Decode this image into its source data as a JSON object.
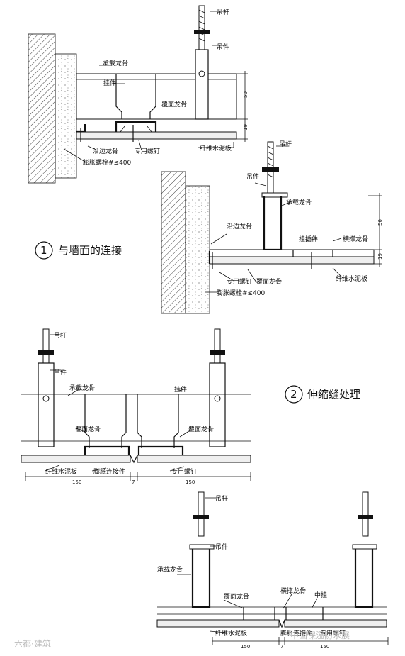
{
  "detail1": {
    "label_rod": "吊杆",
    "label_hanger": "吊件",
    "label_main_keel": "承载龙骨",
    "label_clip": "挂件",
    "label_cover_keel": "覆面龙骨",
    "label_edge_keel": "沿边龙骨",
    "label_screw": "专用螺钉",
    "label_board": "纤维水泥板",
    "label_anchor": "膨胀螺栓#≤400",
    "dim_50": "50",
    "dim_19": "19"
  },
  "detail1b": {
    "label_rod": "吊杆",
    "label_hanger": "吊件",
    "label_main_keel": "承载龙骨",
    "label_edge_keel": "沿边龙骨",
    "label_insert": "挂插件",
    "label_cross_keel": "横撑龙骨",
    "label_board": "纤维水泥板",
    "label_screw": "专用螺钉",
    "label_cover_keel": "覆面龙骨",
    "label_anchor": "膨胀螺栓#≤400",
    "dim_50": "50",
    "dim_19": "19"
  },
  "section1": {
    "num": "1",
    "title": "与墙面的连接"
  },
  "section2": {
    "num": "2",
    "title": "伸缩缝处理"
  },
  "detail2": {
    "label_rod": "吊杆",
    "label_hanger": "吊件",
    "label_main_keel": "承载龙骨",
    "label_clip": "挂件",
    "label_cover_keel_l": "覆面龙骨",
    "label_cover_keel_r": "覆面龙骨",
    "label_board": "纤维水泥板",
    "label_connector": "膨胀连接件",
    "label_screw": "专用螺钉",
    "dim_left": "150",
    "dim_gap": "7",
    "dim_right": "150"
  },
  "detail2b": {
    "label_rod": "吊杆",
    "label_hanger": "吊件",
    "label_main_keel": "承载龙骨",
    "label_cover_keel": "覆面龙骨",
    "label_cross_keel": "横撑龙骨",
    "label_mid_clip": "中挂",
    "label_board": "纤维水泥板",
    "label_connector": "膨胀连接件",
    "label_screw": "专用螺钉",
    "dim_left": "150",
    "dim_gap": "7",
    "dim_right": "150"
  },
  "watermarks": {
    "left": "六都·建筑",
    "right": "中国保温防水展"
  }
}
